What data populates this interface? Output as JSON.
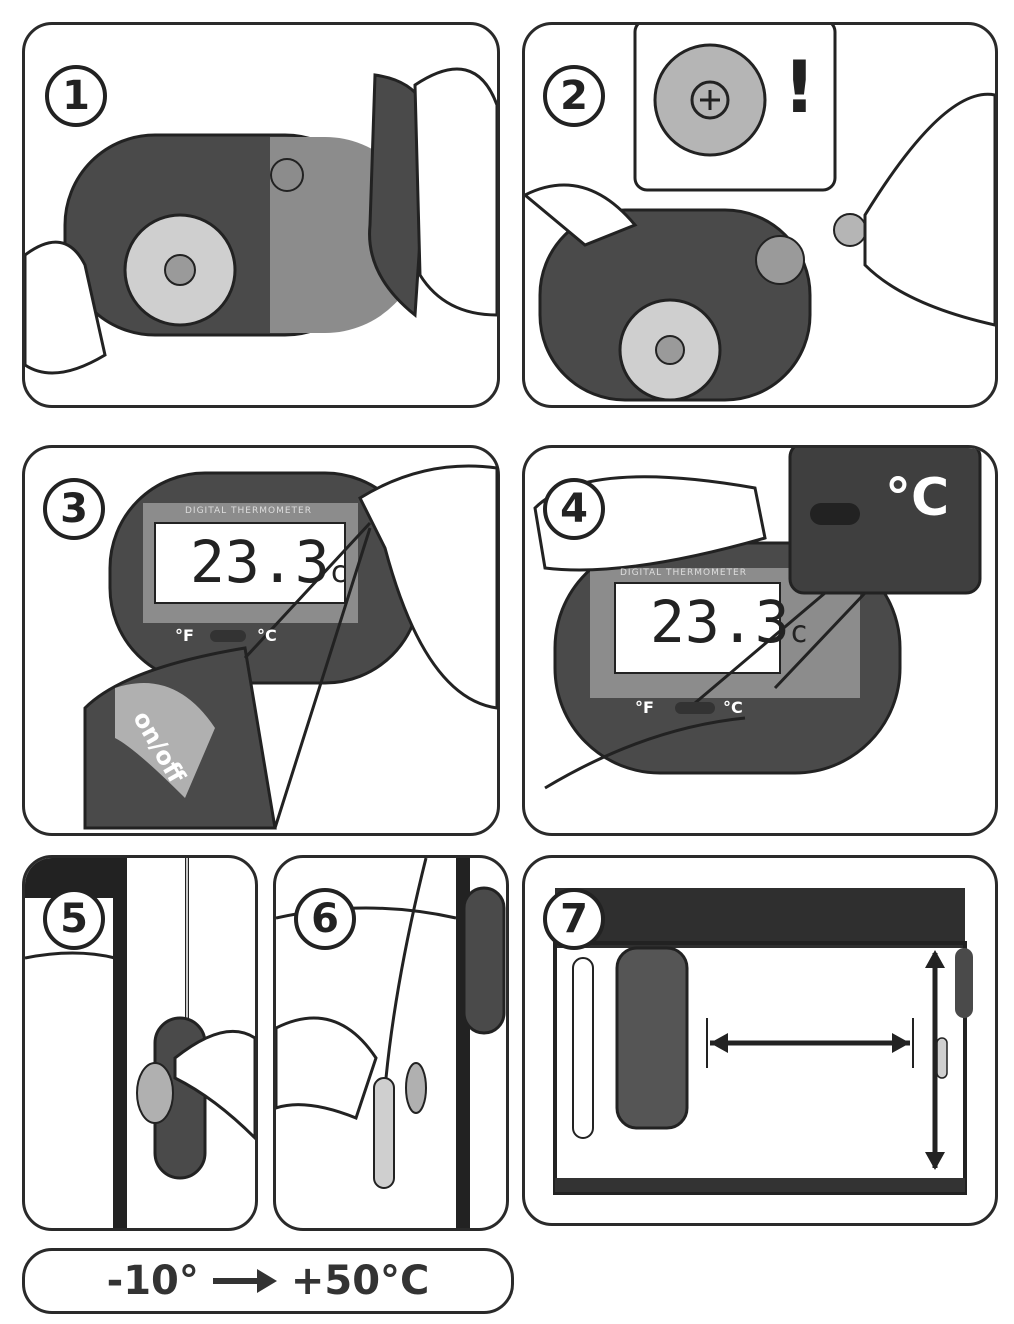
{
  "steps": [
    {
      "number": "1"
    },
    {
      "number": "2",
      "callout": "!"
    },
    {
      "number": "3",
      "display": "23.3",
      "unit_small": "c",
      "label_f": "°F",
      "label_c": "°C",
      "button_label": "on/off",
      "brand_strip": "DIGITAL THERMOMETER"
    },
    {
      "number": "4",
      "display": "23.3",
      "unit_small": "c",
      "label_f": "°F",
      "label_c": "°C",
      "callout_unit": "°C",
      "brand_strip": "DIGITAL THERMOMETER"
    },
    {
      "number": "5"
    },
    {
      "number": "6"
    },
    {
      "number": "7"
    }
  ],
  "range": {
    "min": "-10°",
    "max": "+50°C"
  },
  "colors": {
    "dark": "#4a4a4a",
    "mid": "#8c8c8c",
    "light": "#cfcfcf",
    "outline": "#222222"
  }
}
